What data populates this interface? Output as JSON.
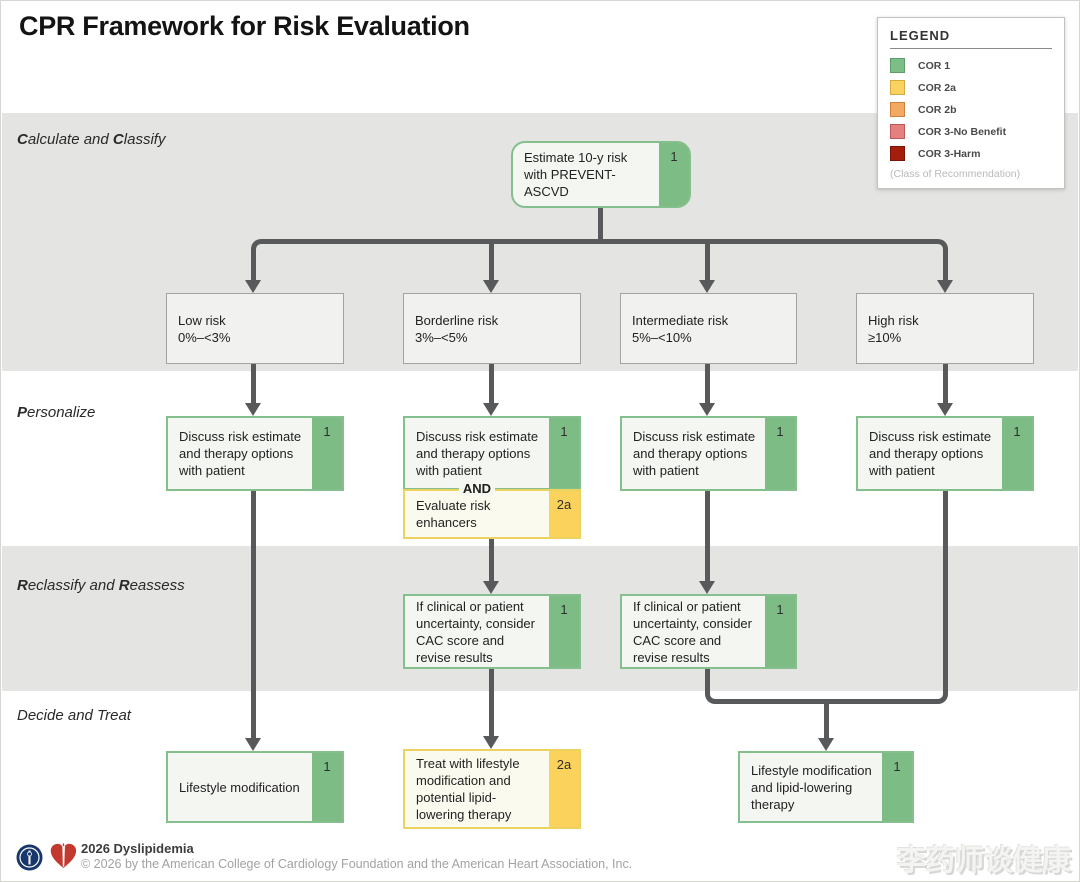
{
  "title": "CPR Framework for Risk Evaluation",
  "legend": {
    "title": "LEGEND",
    "note": "(Class of Recommendation)",
    "items": [
      {
        "label": "COR 1",
        "color": "#7dbd87",
        "border": "#5f9c6b"
      },
      {
        "label": "COR 2a",
        "color": "#fad25f",
        "border": "#d4ab3e"
      },
      {
        "label": "COR 2b",
        "color": "#f2a963",
        "border": "#cd8440"
      },
      {
        "label": "COR 3-No Benefit",
        "color": "#e4807f",
        "border": "#bd5a59"
      },
      {
        "label": "COR 3-Harm",
        "color": "#a41e0d",
        "border": "#7d1507"
      }
    ]
  },
  "bands": {
    "calculate": {
      "b1": "C",
      "t1": "alculate and ",
      "b2": "C",
      "t2": "lassify"
    },
    "personalize": {
      "b1": "P",
      "t1": "ersonalize",
      "b2": "",
      "t2": ""
    },
    "reclassify": {
      "b1": "R",
      "t1": "eclassify and ",
      "b2": "R",
      "t2": "eassess"
    },
    "decide": {
      "b1": "",
      "t1": "Decide and Treat",
      "b2": "",
      "t2": ""
    }
  },
  "boxes": {
    "estimate": {
      "text": "Estimate 10-y risk with PREVENT-ASCVD",
      "cor": "1"
    },
    "low_risk": {
      "line1": "Low risk",
      "line2": "0%–<3%"
    },
    "borderline_risk": {
      "line1": "Borderline risk",
      "line2": "3%–<5%"
    },
    "intermediate_risk": {
      "line1": "Intermediate risk",
      "line2": "5%–<10%"
    },
    "high_risk": {
      "line1": "High risk",
      "line2": "≥10%"
    },
    "discuss": {
      "text": "Discuss risk estimate and therapy options with patient",
      "cor": "1"
    },
    "and_connector": "AND",
    "evaluate": {
      "text": "Evaluate risk enhancers",
      "cor": "2a"
    },
    "cac": {
      "text": "If clinical or patient uncertainty, consider CAC score and revise results",
      "cor": "1"
    },
    "lifestyle": {
      "text": "Lifestyle modification",
      "cor": "1"
    },
    "treat": {
      "text": "Treat with lifestyle modification and potential lipid-lowering therapy",
      "cor": "2a"
    },
    "lifestyle_lipid": {
      "text": "Lifestyle modification and lipid-lowering therapy",
      "cor": "1"
    }
  },
  "footer": {
    "program": "2026 Dyslipidemia",
    "copyright": "© 2026 by the American College of Cardiology Foundation and the American Heart Association, Inc."
  },
  "watermark": "李药师谈健康",
  "colors": {
    "cor1": "#7dbd85",
    "cor2a": "#fbd25c",
    "cor2b": "#f2a963",
    "cor3nb": "#e4807f",
    "cor3harm": "#a41e0d",
    "connector": "#58595a",
    "band_gray": "#e4e4e2"
  }
}
